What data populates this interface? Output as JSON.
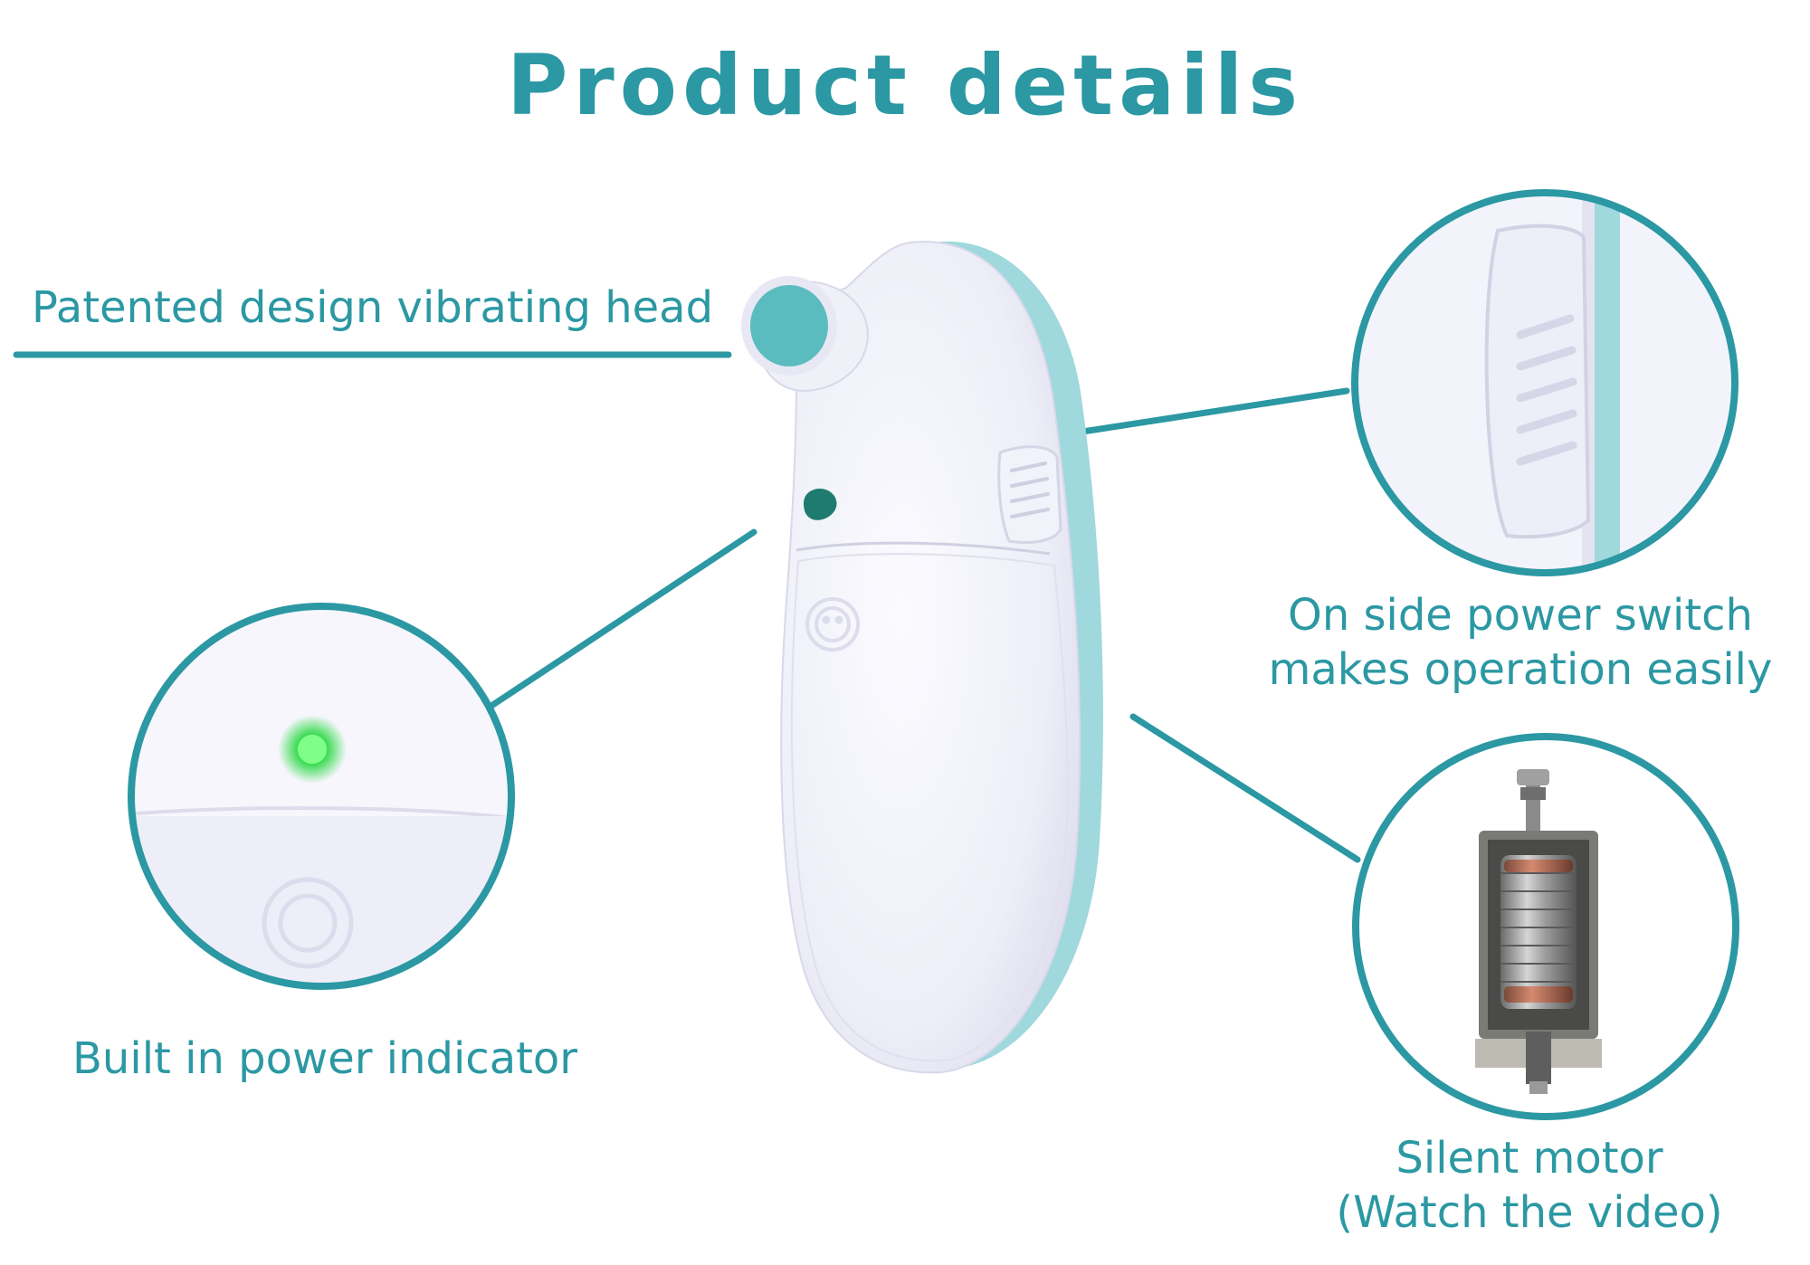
{
  "title": "Product details",
  "features": {
    "head": {
      "label": "Patented design vibrating head"
    },
    "indicator": {
      "label": "Built in power indicator"
    },
    "switch": {
      "line1": "On side power switch",
      "line2": "makes operation easily"
    },
    "motor": {
      "line1": "Silent motor",
      "line2": "(Watch the video)"
    }
  },
  "colors": {
    "accent": "#2b98a3",
    "head_pad": "#5bbcc0",
    "device_body": "#f4f4fb",
    "device_edge": "#9fd8dd",
    "indicator_led": "#3fdc55"
  }
}
